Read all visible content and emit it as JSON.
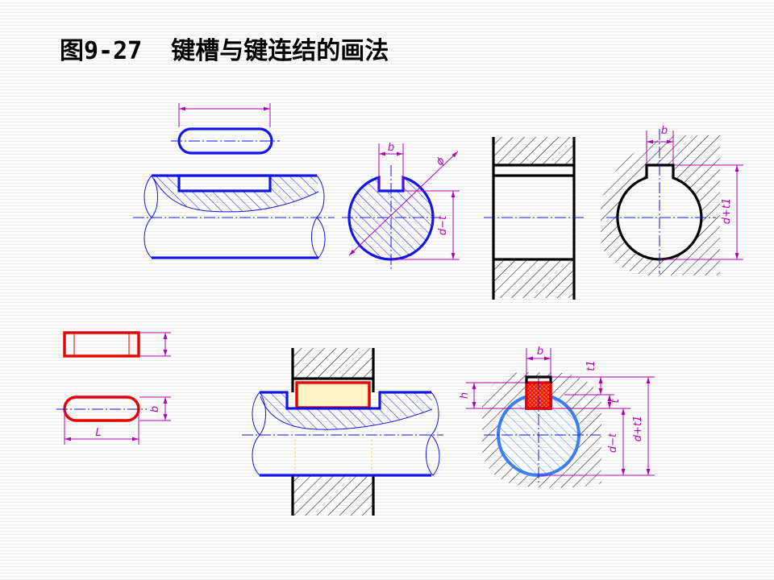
{
  "title": {
    "figure_number": "图9-27",
    "caption": "键槽与键连结的画法"
  },
  "colors": {
    "shaft": "#1414e6",
    "shaft_light": "#3a7ef0",
    "key": "#e60000",
    "key_fill": "#fff3c4",
    "key_section": "#ff6a3a",
    "dimension": "#b000b4",
    "hub": "#000000"
  },
  "shaft_section": {
    "keyway_width_label": "b",
    "diameter_label": "ϕ",
    "depth_label": "d−t"
  },
  "hub_section": {
    "keyway_width_label": "b",
    "depth_label": "d+t1"
  },
  "flat_key": {
    "width_label": "b",
    "length_label": "L"
  },
  "assembly_section": {
    "keyway_width_label": "b",
    "key_height_label": "h",
    "hub_depth_label": "t1",
    "shaft_depth_label": "t",
    "shaft_remaining_label": "d−t",
    "hub_total_label": "d+t1"
  }
}
